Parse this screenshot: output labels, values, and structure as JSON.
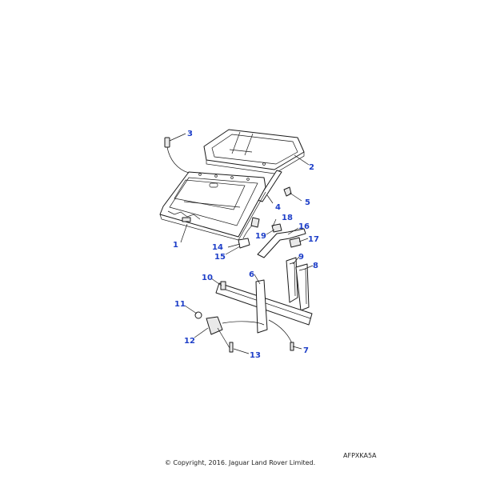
{
  "callouts": [
    {
      "id": "1",
      "label": "1"
    },
    {
      "id": "2",
      "label": "2"
    },
    {
      "id": "3",
      "label": "3"
    },
    {
      "id": "4",
      "label": "4"
    },
    {
      "id": "5",
      "label": "5"
    },
    {
      "id": "6",
      "label": "6"
    },
    {
      "id": "7",
      "label": "7"
    },
    {
      "id": "8",
      "label": "8"
    },
    {
      "id": "9",
      "label": "9"
    },
    {
      "id": "10",
      "label": "10"
    },
    {
      "id": "11",
      "label": "11"
    },
    {
      "id": "12",
      "label": "12"
    },
    {
      "id": "13",
      "label": "13"
    },
    {
      "id": "14",
      "label": "14"
    },
    {
      "id": "15",
      "label": "15"
    },
    {
      "id": "16",
      "label": "16"
    },
    {
      "id": "17",
      "label": "17"
    },
    {
      "id": "18",
      "label": "18"
    },
    {
      "id": "19",
      "label": "19"
    }
  ],
  "colors": {
    "callout": "#1e3fc8",
    "line": "#1a1a1a"
  },
  "footer": {
    "ref_code": "AFPXKA5A",
    "copyright": "© Copyright, 2016. Jaguar Land Rover Limited."
  }
}
